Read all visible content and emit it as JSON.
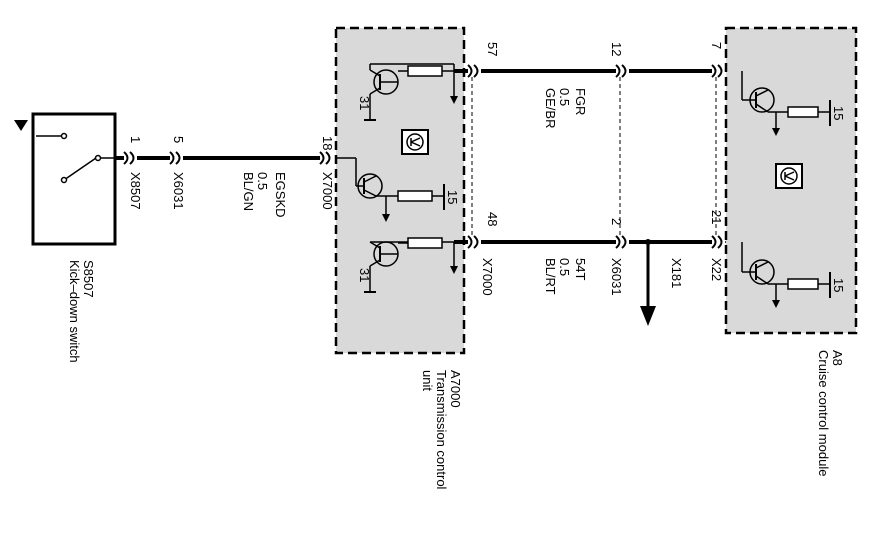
{
  "kickdown": {
    "id": "S8507",
    "name": "Kick–down switch",
    "pin1": "1",
    "conn1": "X8507",
    "pin2": "5",
    "conn2": "X6031"
  },
  "wire_egskd": {
    "name": "EGSKD",
    "size": "0.5",
    "color": "BL/GN"
  },
  "tcu": {
    "id": "A7000",
    "name_line1": "Transmission control",
    "name_line2": "unit",
    "pin18": "18",
    "pin57": "57",
    "pin48": "48",
    "conn_x7000_top": "X7000",
    "conn_x7000_bottom": "X7000",
    "ground_label": "31",
    "supply_label": "15"
  },
  "wire_fgr": {
    "pin_left": "57",
    "pin_mid": "12",
    "pin_right": "7",
    "name": "FGR",
    "size": "0.5",
    "color": "GE/BR"
  },
  "wire_54t": {
    "pin_left": "48",
    "pin_mid": "2",
    "pin_right": "21",
    "name": "54T",
    "size": "0.5",
    "color": "BL/RT",
    "conn_mid": "X6031",
    "branch_conn": "X181",
    "right_conn": "X22"
  },
  "cruise": {
    "id": "A8",
    "name": "Cruise control module",
    "supply_label": "15"
  }
}
